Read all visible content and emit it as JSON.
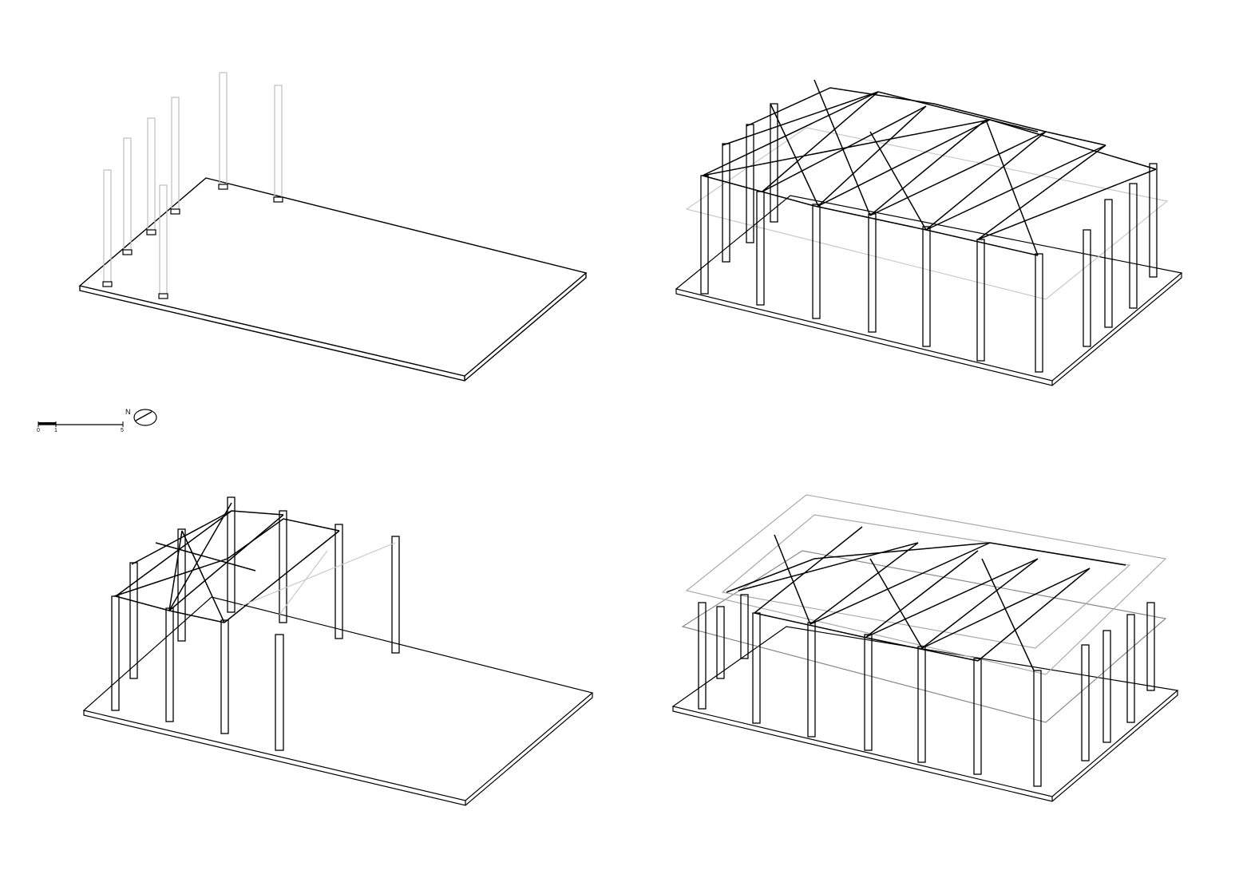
{
  "scale_bar": {
    "tick_0": "0",
    "tick_1": "1",
    "tick_5": "5"
  },
  "north_arrow": {
    "label": "N"
  },
  "stroke_color": "#000000",
  "ghost_color": "#cfcfcf",
  "panels": [
    {
      "id": "stage-1-columns"
    },
    {
      "id": "stage-2-partial-frame"
    },
    {
      "id": "stage-3-full-frame"
    },
    {
      "id": "stage-4-enclosed"
    }
  ]
}
